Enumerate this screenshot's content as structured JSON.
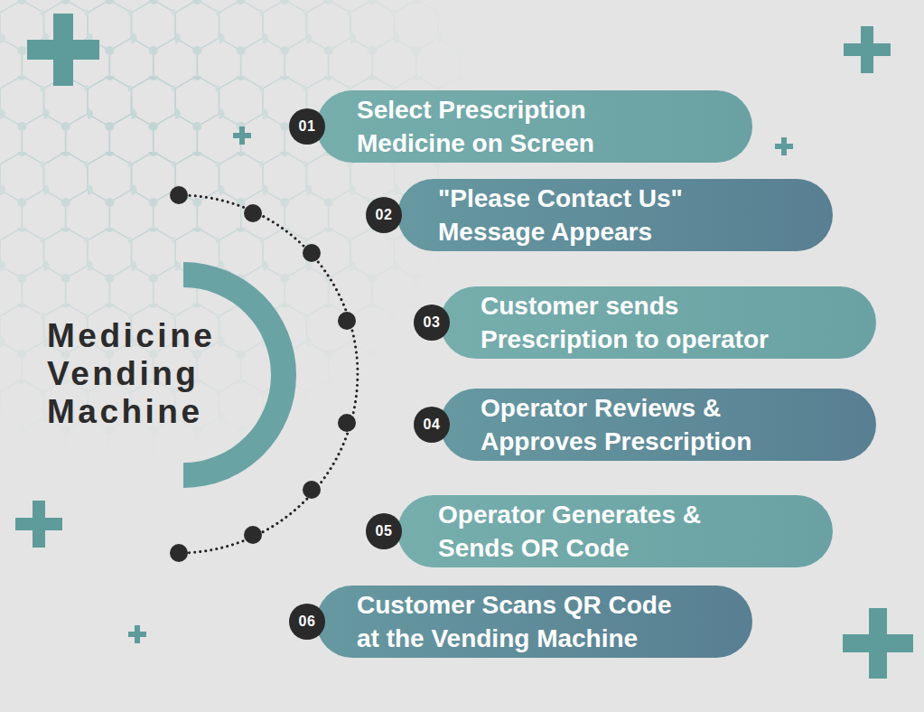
{
  "diagram": {
    "title": "Medicine Vending Machine",
    "nodes": [
      {
        "text": [
          "01",
          "Select Prescription Medicine on Screen"
        ]
      },
      {
        "text": [
          "02",
          "\"Please Contact Us\" Message Appears"
        ]
      },
      {
        "text": [
          "03",
          "Customer sends Prescription to operator"
        ]
      },
      {
        "text": [
          "04",
          "Operator Reviews & Approves Prescription"
        ]
      },
      {
        "text": [
          "05",
          "Operator Generates & Sends OR Code"
        ]
      },
      {
        "text": [
          "06",
          "Customer Scans QR Code at the Vending Machine"
        ]
      }
    ]
  }
}
